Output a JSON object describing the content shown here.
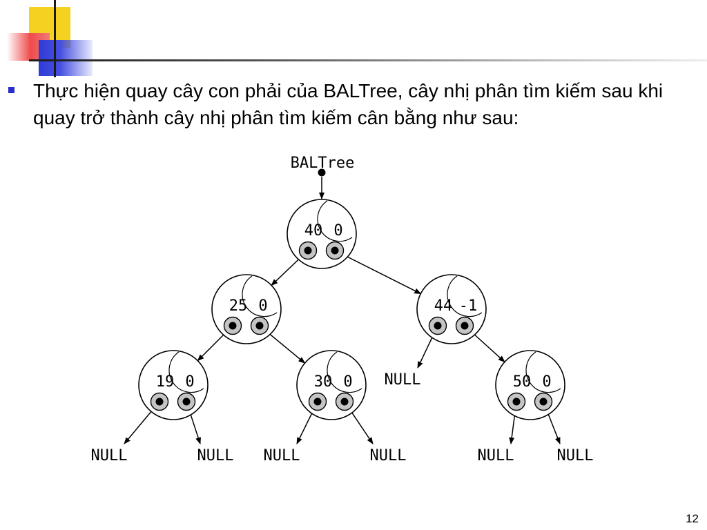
{
  "slide": {
    "text": "Thực hiện quay cây con phải của BALTree, cây nhị phân tìm kiếm sau khi quay trở thành cây nhị phân tìm kiếm cân bằng như sau:",
    "page_number": "12"
  },
  "diagram": {
    "root_label": "BALTree",
    "null_label": "NULL",
    "nodes": [
      {
        "key": "40",
        "balance": "0"
      },
      {
        "key": "25",
        "balance": "0"
      },
      {
        "key": "44",
        "balance": "-1"
      },
      {
        "key": "19",
        "balance": "0"
      },
      {
        "key": "30",
        "balance": "0"
      },
      {
        "key": "50",
        "balance": "0"
      }
    ],
    "colors": {
      "bullet": "#2a2ec9",
      "pointer_fill": "#c4c4c4"
    }
  }
}
